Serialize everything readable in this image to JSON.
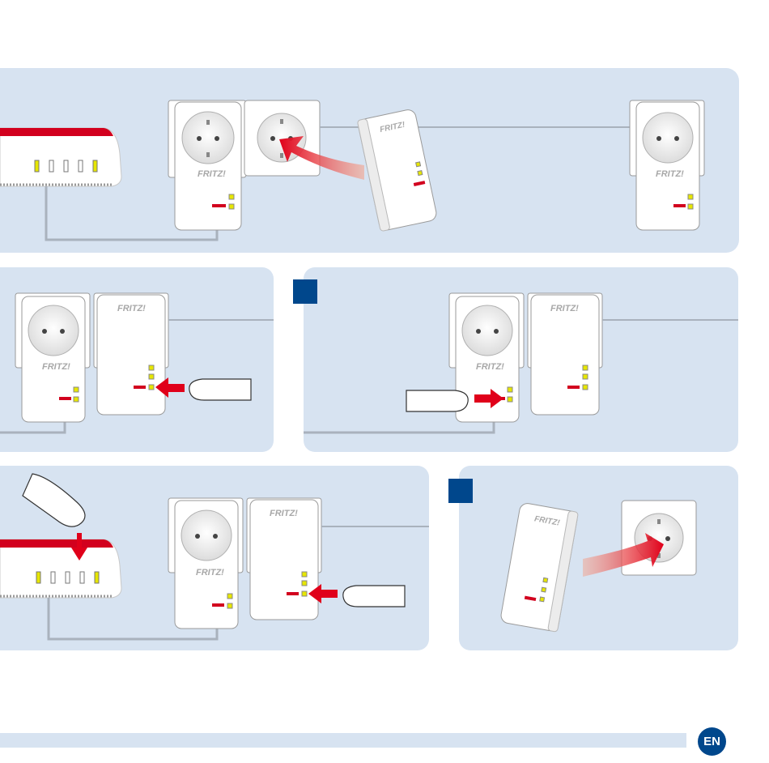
{
  "brand": "FRITZ!",
  "language_badge": "EN",
  "colors": {
    "panel": "#d7e3f1",
    "step_marker": "#00478c",
    "arrow": "#e0001a",
    "led": "#e6e600",
    "device": "#ffffff",
    "cable": "#a9b2bd"
  },
  "icons": [
    "router",
    "powerline-adapter-with-socket",
    "wall-socket",
    "powerline-adapter",
    "finger-press",
    "red-arrow"
  ]
}
